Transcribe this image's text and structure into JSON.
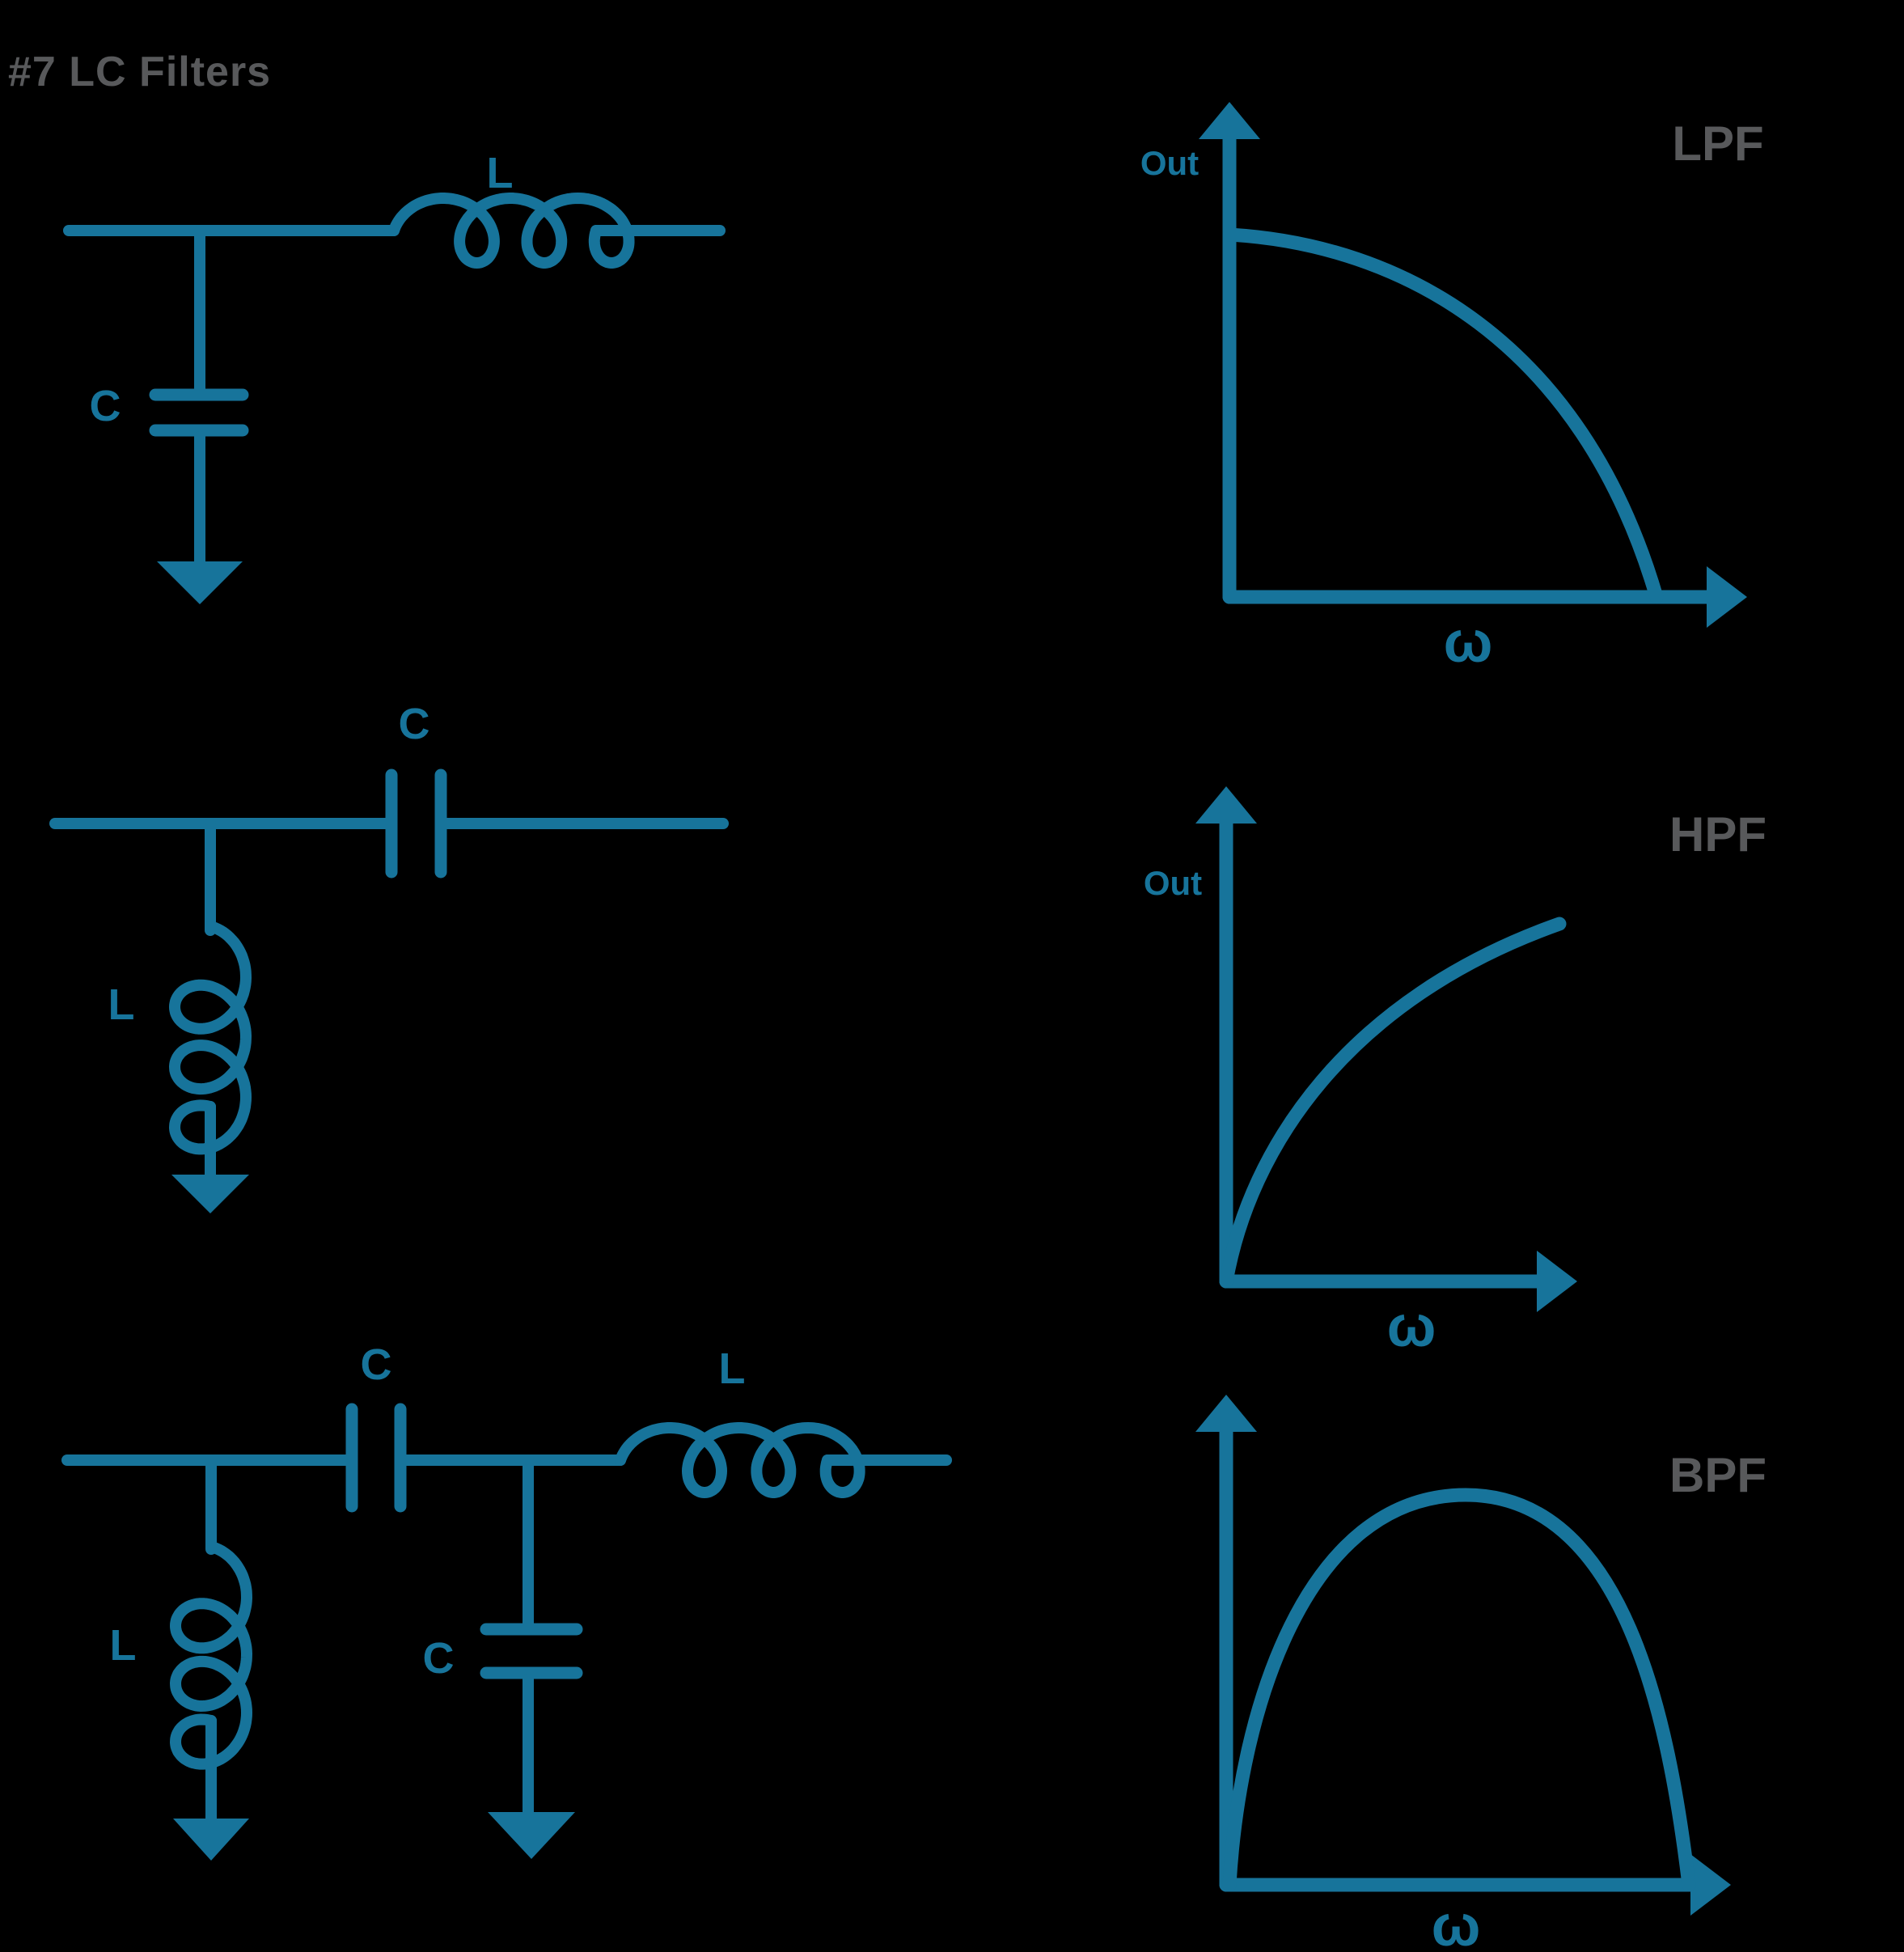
{
  "title": "#7 LC Filters",
  "colors": {
    "accent": "#17749B",
    "label_gray": "#58595B",
    "background": "#000000"
  },
  "circuits": [
    {
      "name": "lpf-circuit",
      "labels": {
        "series_inductor": "L",
        "shunt_capacitor": "C"
      }
    },
    {
      "name": "hpf-circuit",
      "labels": {
        "series_capacitor": "C",
        "shunt_inductor": "L"
      }
    },
    {
      "name": "bpf-circuit",
      "labels": {
        "shunt_inductor": "L",
        "series_capacitor": "C",
        "shunt_capacitor": "C",
        "series_inductor": "L"
      }
    }
  ],
  "graphs": [
    {
      "name": "LPF",
      "y_label": "Out",
      "x_label": "ω",
      "curve": "lowpass"
    },
    {
      "name": "HPF",
      "y_label": "Out",
      "x_label": "ω",
      "curve": "highpass"
    },
    {
      "name": "BPF",
      "y_label": "",
      "x_label": "ω",
      "curve": "bandpass"
    }
  ]
}
